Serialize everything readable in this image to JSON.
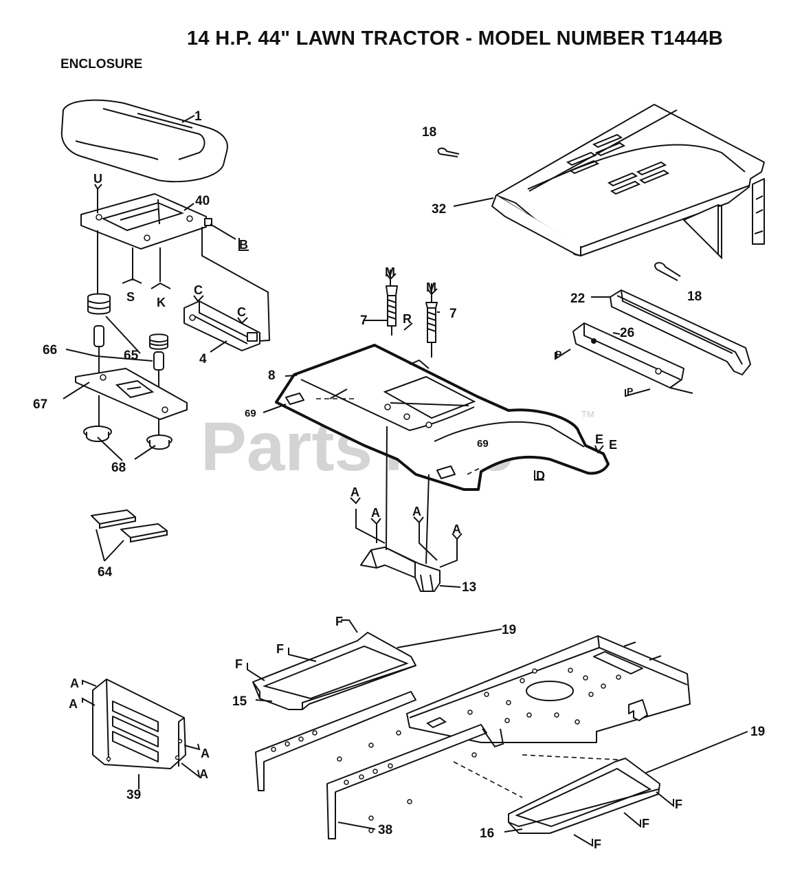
{
  "title": "14 H.P. 44\" LAWN TRACTOR - MODEL NUMBER T1444B",
  "section": "ENCLOSURE",
  "watermark": "PartsTree",
  "trademark": "TM",
  "part_numbers": [
    "1",
    "40",
    "66",
    "65",
    "67",
    "68",
    "64",
    "4",
    "18",
    "32",
    "18",
    "22",
    "26",
    "7",
    "7",
    "8",
    "69",
    "69",
    "13",
    "19",
    "15",
    "39",
    "19",
    "38",
    "16"
  ],
  "letters": [
    "U",
    "B",
    "S",
    "K",
    "C",
    "C",
    "M",
    "M",
    "R",
    "P",
    "P",
    "E",
    "E",
    "D",
    "A",
    "A",
    "A",
    "A",
    "F",
    "F",
    "F",
    "A",
    "A",
    "A",
    "A",
    "F",
    "F",
    "F"
  ],
  "colors": {
    "line": "#111111",
    "watermark": "#d4d4d4"
  }
}
